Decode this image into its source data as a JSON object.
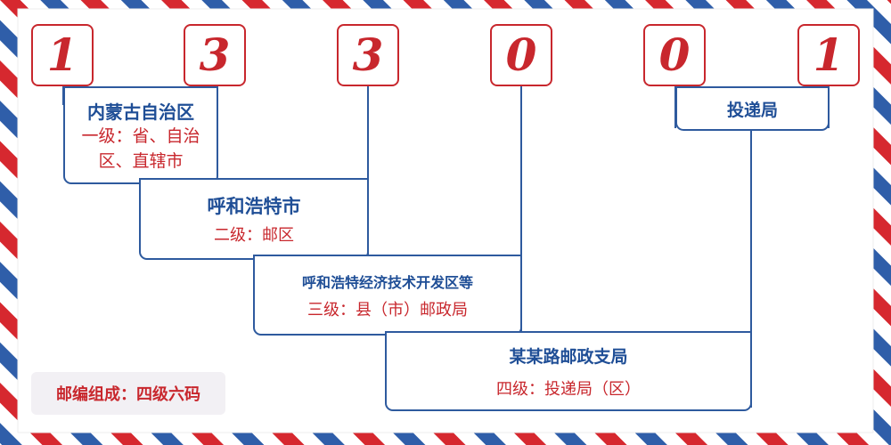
{
  "digits": [
    "1",
    "3",
    "3",
    "0",
    "0",
    "1"
  ],
  "levels": [
    {
      "name": "内蒙古自治区",
      "level": "一级：省、自治区、直辖市"
    },
    {
      "name": "呼和浩特市",
      "level": "二级：邮区"
    },
    {
      "name": "呼和浩特经济技术开发区等",
      "level": "三级：县（市）邮政局"
    },
    {
      "name": "某某路邮政支局",
      "level": "四级：投递局（区）"
    },
    {
      "name": "投递局",
      "level": ""
    }
  ],
  "legend": "邮编组成：四级六码",
  "colors": {
    "red": "#c8272d",
    "blue": "#2e5a9e",
    "text_blue": "#1f4e96"
  }
}
